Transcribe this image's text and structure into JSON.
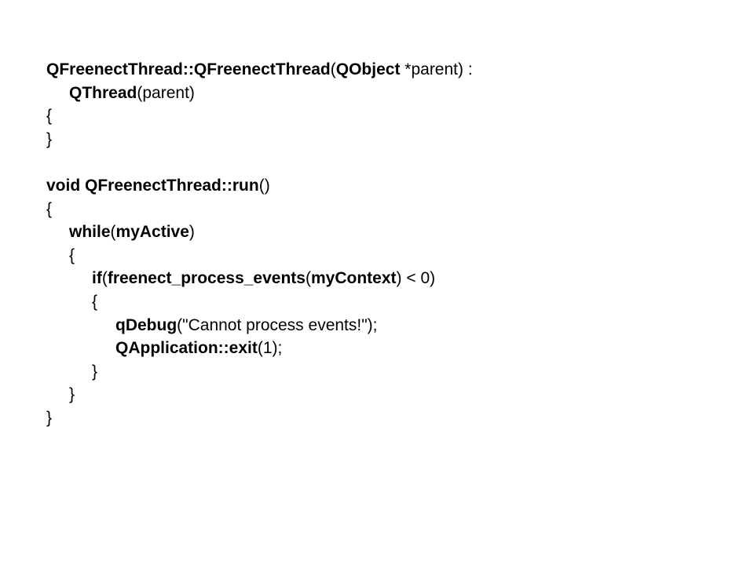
{
  "lines": [
    {
      "indent": 0,
      "tokens": [
        [
          "QFreenectThread::QFreenectThread",
          true
        ],
        [
          "(",
          false
        ],
        [
          "QObject",
          true
        ],
        [
          " *parent) :",
          false
        ]
      ]
    },
    {
      "indent": 1,
      "tokens": [
        [
          "QThread",
          true
        ],
        [
          "(parent)",
          false
        ]
      ]
    },
    {
      "indent": 0,
      "tokens": [
        [
          "{",
          false
        ]
      ]
    },
    {
      "indent": 0,
      "tokens": [
        [
          "}",
          false
        ]
      ]
    },
    {
      "indent": 0,
      "tokens": [
        [
          "",
          false
        ]
      ]
    },
    {
      "indent": 0,
      "tokens": [
        [
          "void QFreenectThread::run",
          true
        ],
        [
          "()",
          false
        ]
      ]
    },
    {
      "indent": 0,
      "tokens": [
        [
          "{",
          false
        ]
      ]
    },
    {
      "indent": 1,
      "tokens": [
        [
          "while",
          true
        ],
        [
          "(",
          false
        ],
        [
          "myActive",
          true
        ],
        [
          ")",
          false
        ]
      ]
    },
    {
      "indent": 1,
      "tokens": [
        [
          "{",
          false
        ]
      ]
    },
    {
      "indent": 2,
      "tokens": [
        [
          "if",
          true
        ],
        [
          "(",
          false
        ],
        [
          "freenect_process_events",
          true
        ],
        [
          "(",
          false
        ],
        [
          "myContext",
          true
        ],
        [
          ") < 0)",
          false
        ]
      ]
    },
    {
      "indent": 2,
      "tokens": [
        [
          "{",
          false
        ]
      ]
    },
    {
      "indent": 3,
      "tokens": [
        [
          "qDebug",
          true
        ],
        [
          "(\"Cannot process events!\");",
          false
        ]
      ]
    },
    {
      "indent": 3,
      "tokens": [
        [
          "QApplication::exit",
          true
        ],
        [
          "(1);",
          false
        ]
      ]
    },
    {
      "indent": 2,
      "tokens": [
        [
          "}",
          false
        ]
      ]
    },
    {
      "indent": 1,
      "tokens": [
        [
          "}",
          false
        ]
      ]
    },
    {
      "indent": 0,
      "tokens": [
        [
          "}",
          false
        ]
      ]
    }
  ]
}
